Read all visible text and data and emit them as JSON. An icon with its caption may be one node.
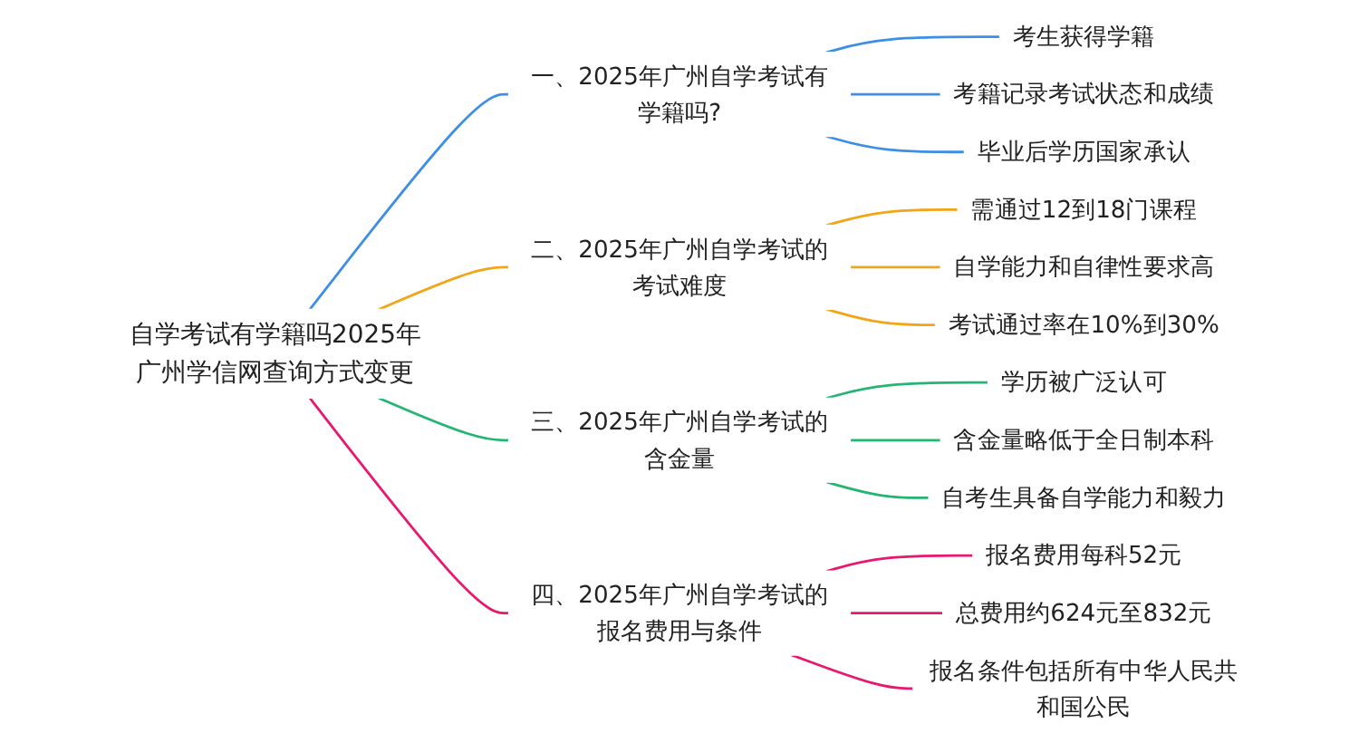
{
  "diagram": {
    "nodes": [
      {
        "text": [
          "自学考试有学籍吗2025年广州学信网查询方式变更"
        ]
      },
      {
        "text": [
          "一、2025年广州自学考试有学籍吗?"
        ]
      },
      {
        "text": [
          "考生获得学籍"
        ]
      },
      {
        "text": [
          "考籍记录考试状态和成绩"
        ]
      },
      {
        "text": [
          "毕业后学历国家承认"
        ]
      },
      {
        "text": [
          "二、2025年广州自学考试的考试难度"
        ]
      },
      {
        "text": [
          "需通过12到18门课程"
        ]
      },
      {
        "text": [
          "自学能力和自律性要求高"
        ]
      },
      {
        "text": [
          "考试通过率在10%到30%"
        ]
      },
      {
        "text": [
          "三、2025年广州自学考试的含金量"
        ]
      },
      {
        "text": [
          "学历被广泛认可"
        ]
      },
      {
        "text": [
          "含金量略低于全日制本科"
        ]
      },
      {
        "text": [
          "自考生具备自学能力和毅力"
        ]
      },
      {
        "text": [
          "四、2025年广州自学考试的报名费用与条件"
        ]
      },
      {
        "text": [
          "报名费用每科52元"
        ]
      },
      {
        "text": [
          "总费用约624元至832元"
        ]
      },
      {
        "text": [
          "报名条件包括所有中华人民共和国公民"
        ]
      }
    ],
    "edges": [
      {
        "from": 0,
        "to": 1,
        "arrow": "none",
        "color": "#3d8fe6"
      },
      {
        "from": 1,
        "to": 2,
        "arrow": "none",
        "color": "#3d8fe6"
      },
      {
        "from": 1,
        "to": 3,
        "arrow": "none",
        "color": "#3d8fe6"
      },
      {
        "from": 1,
        "to": 4,
        "arrow": "none",
        "color": "#3d8fe6"
      },
      {
        "from": 0,
        "to": 5,
        "arrow": "none",
        "color": "#f2a516"
      },
      {
        "from": 5,
        "to": 6,
        "arrow": "none",
        "color": "#f2a516"
      },
      {
        "from": 5,
        "to": 7,
        "arrow": "none",
        "color": "#f2a516"
      },
      {
        "from": 5,
        "to": 8,
        "arrow": "none",
        "color": "#f2a516"
      },
      {
        "from": 0,
        "to": 9,
        "arrow": "none",
        "color": "#22b573"
      },
      {
        "from": 9,
        "to": 10,
        "arrow": "none",
        "color": "#22b573"
      },
      {
        "from": 9,
        "to": 11,
        "arrow": "none",
        "color": "#22b573"
      },
      {
        "from": 9,
        "to": 12,
        "arrow": "none",
        "color": "#22b573"
      },
      {
        "from": 0,
        "to": 13,
        "arrow": "none",
        "color": "#e8186e"
      },
      {
        "from": 13,
        "to": 14,
        "arrow": "none",
        "color": "#e8186e"
      },
      {
        "from": 13,
        "to": 15,
        "arrow": "none",
        "color": "#e8186e"
      },
      {
        "from": 13,
        "to": 16,
        "arrow": "none",
        "color": "#e8186e"
      }
    ]
  }
}
